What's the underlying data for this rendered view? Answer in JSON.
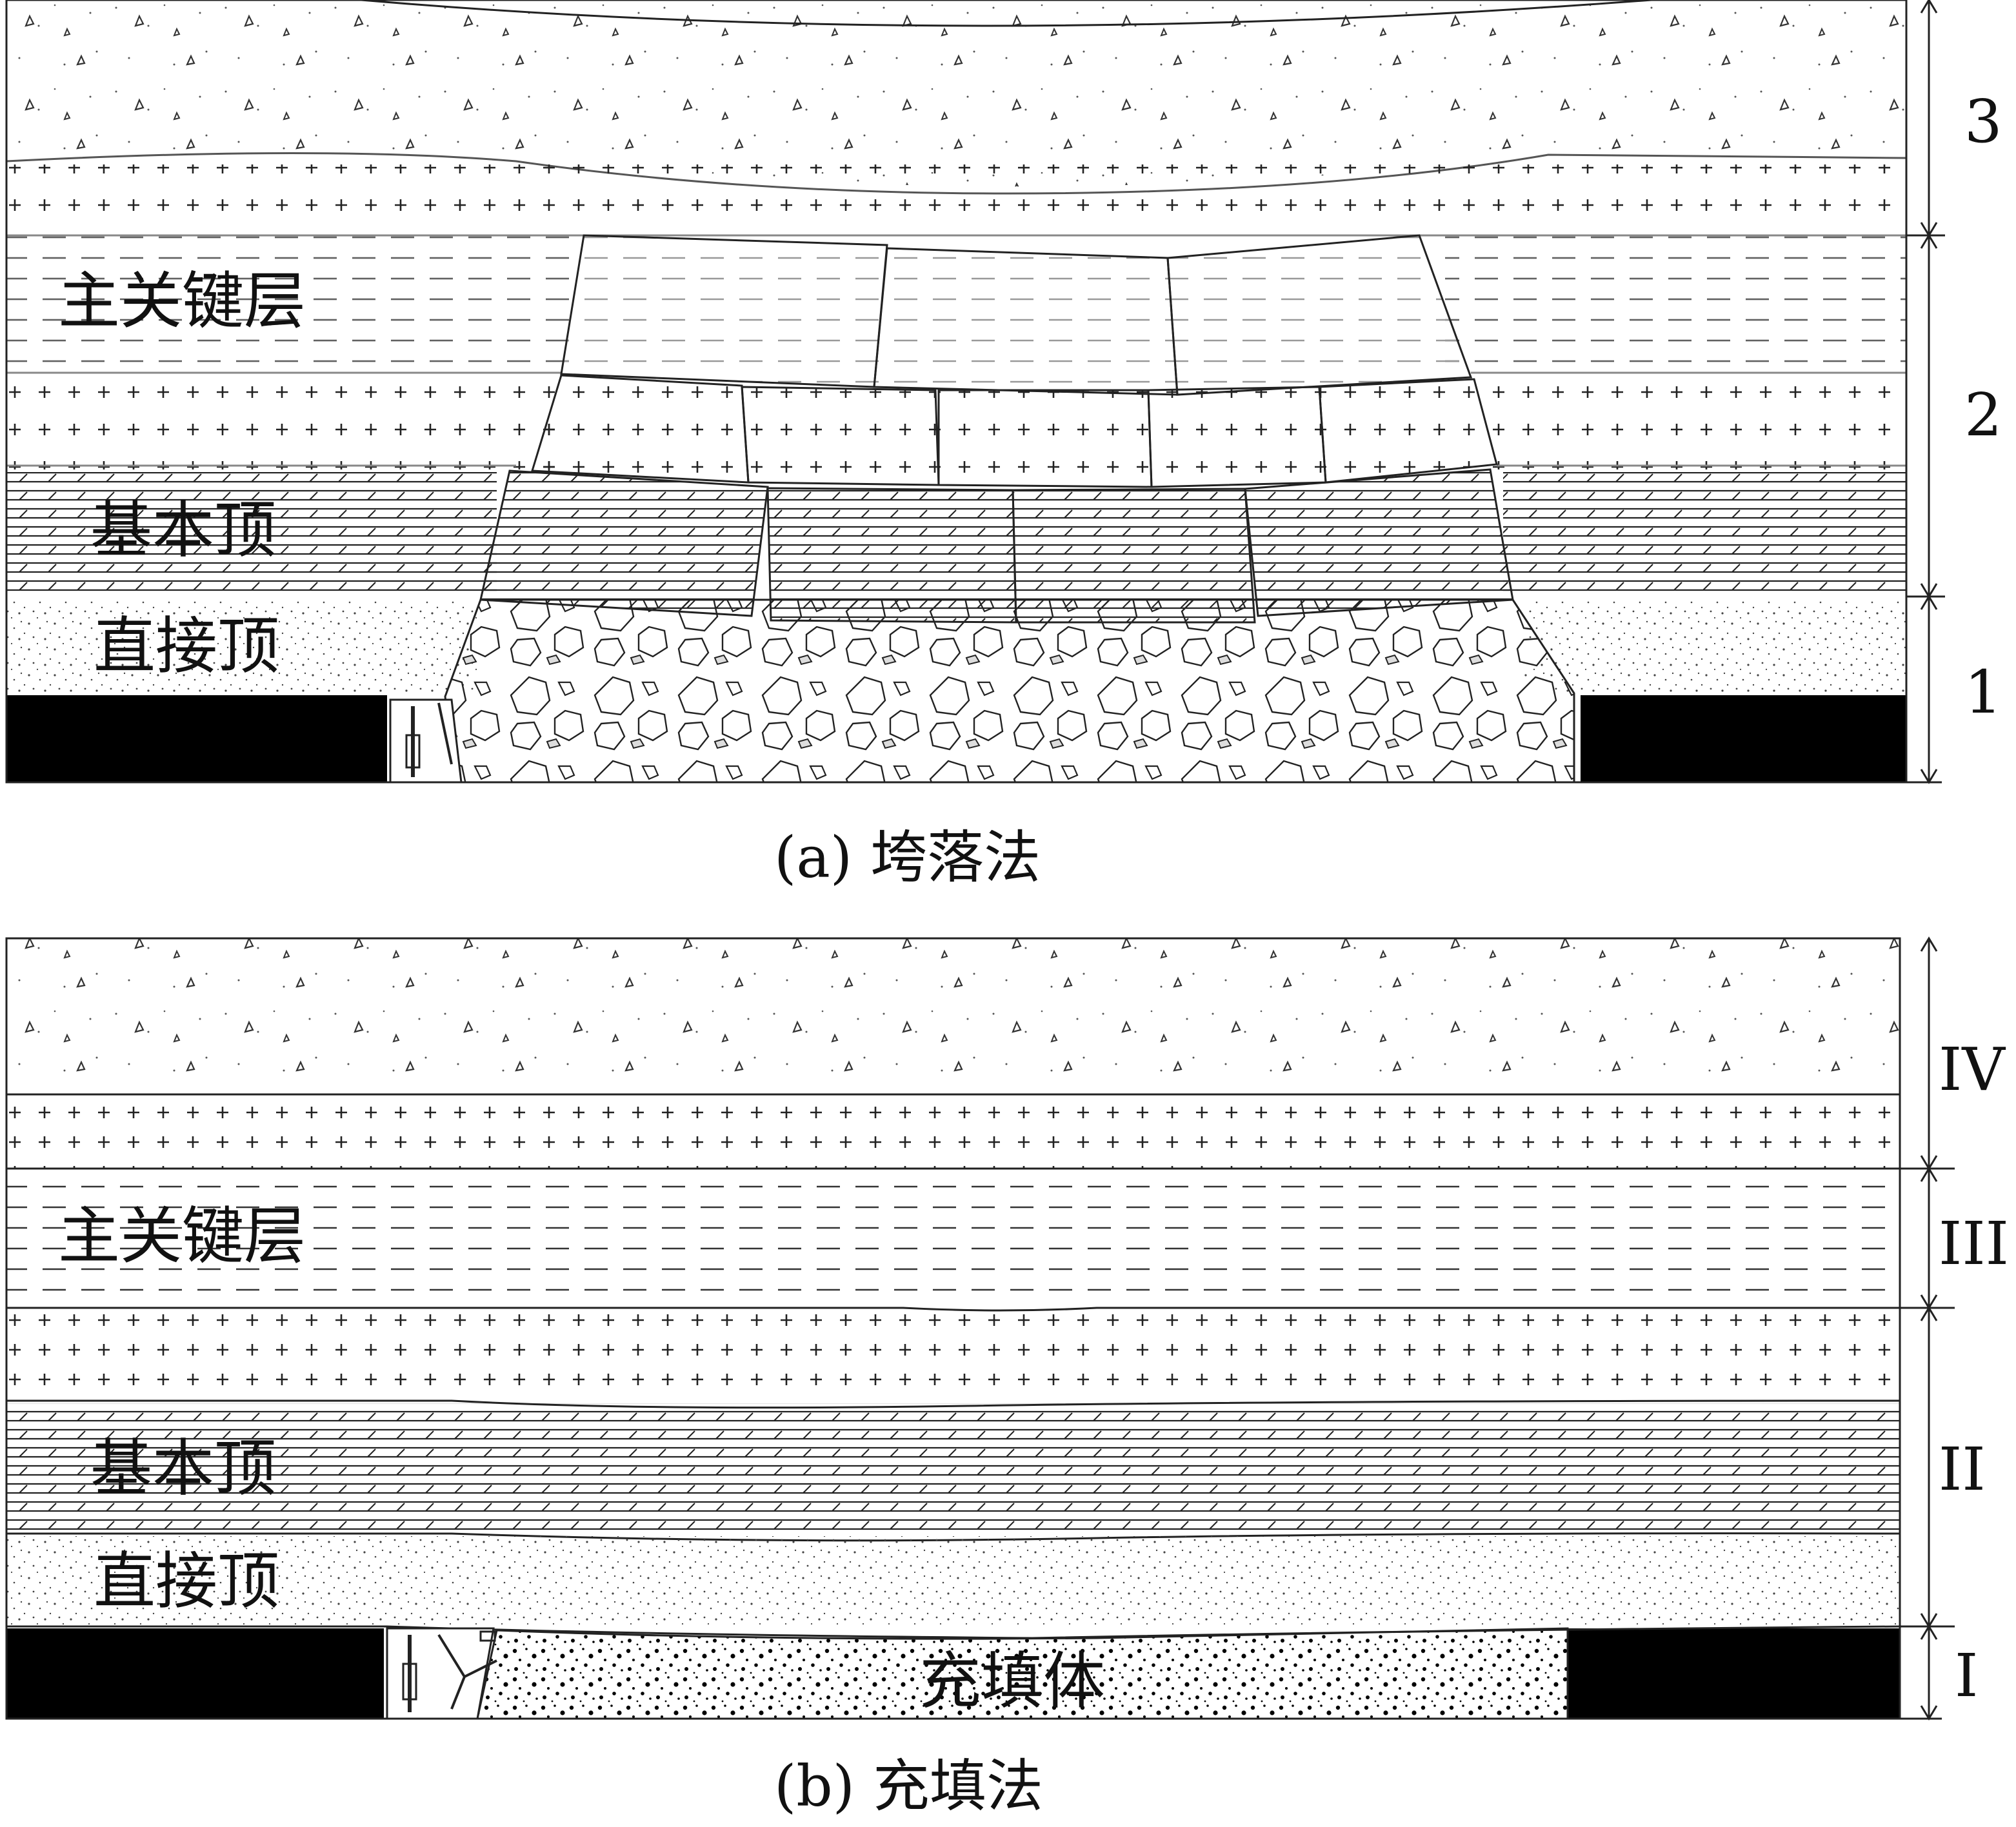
{
  "panel_a": {
    "caption": "(a) 垮落法",
    "layers": {
      "main_key_stratum": "主关键层",
      "main_roof": "基本顶",
      "immediate_roof": "直接顶"
    },
    "zones": [
      "3",
      "2",
      "1"
    ]
  },
  "panel_b": {
    "caption": "(b) 充填法",
    "layers": {
      "main_key_stratum": "主关键层",
      "main_roof": "基本顶",
      "immediate_roof": "直接顶",
      "backfill": "充填体"
    },
    "zones": [
      "IV",
      "III",
      "II",
      "I"
    ]
  }
}
